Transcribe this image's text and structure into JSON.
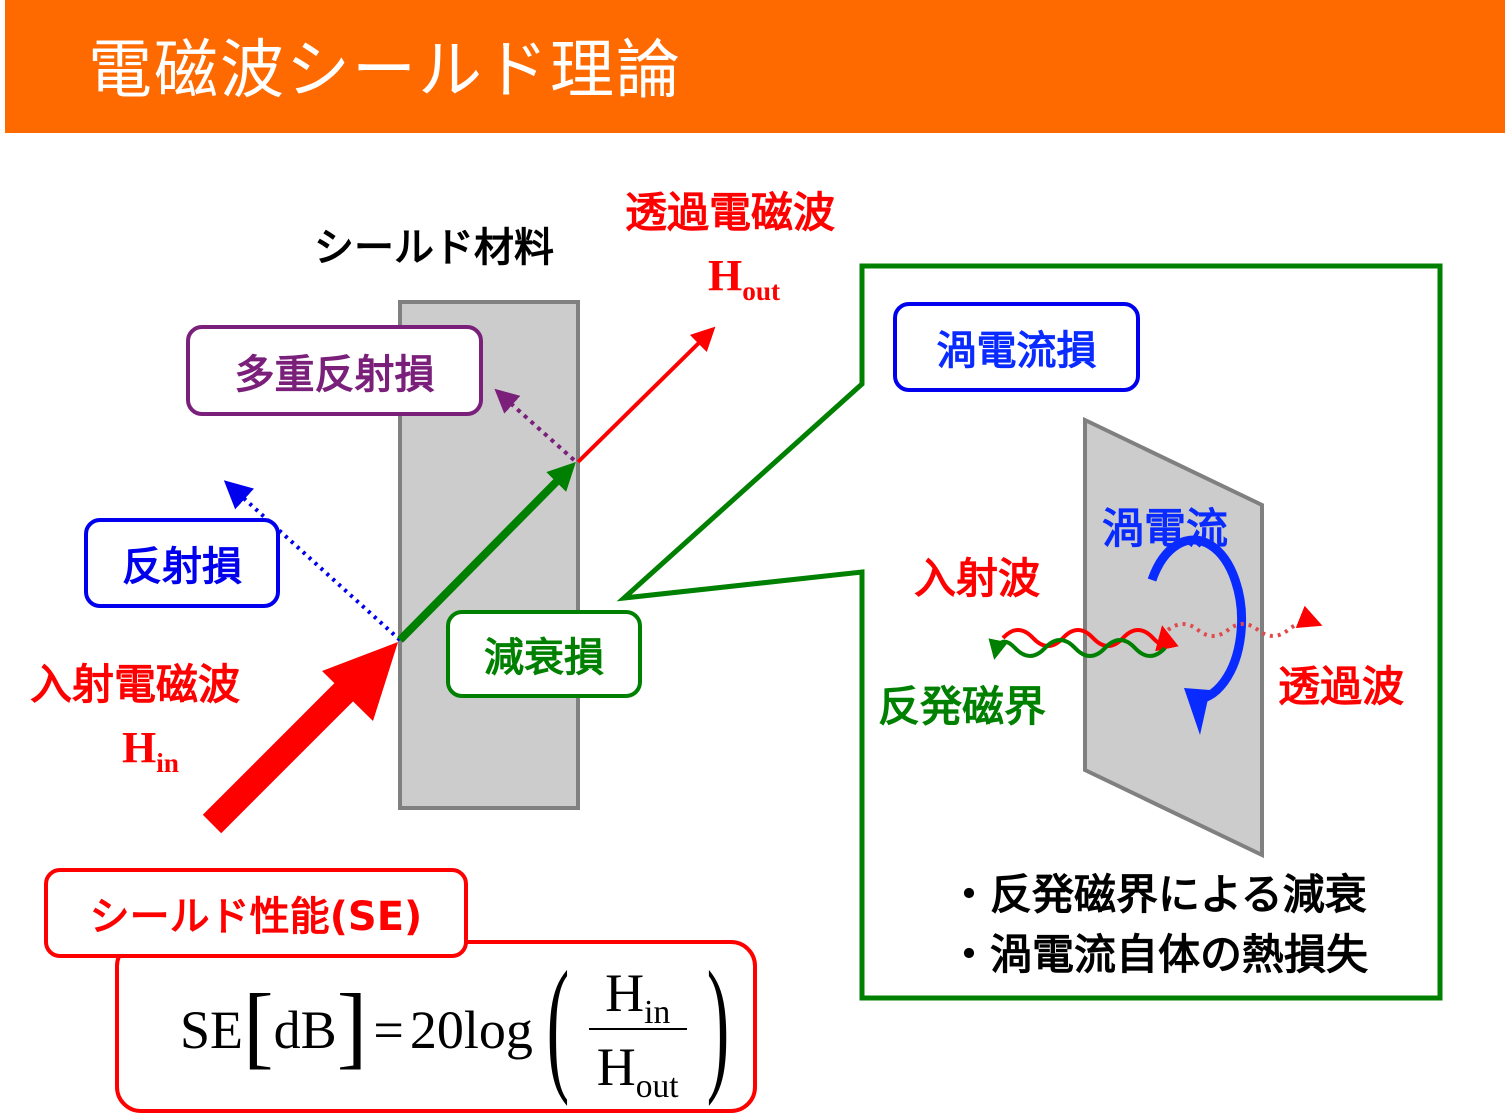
{
  "title": "電磁波シールド理論",
  "colors": {
    "title_bar": "#ff6a00",
    "incident": "#ff0000",
    "reflection": "#0000ee",
    "multi_reflection": "#7a1f7a",
    "attenuation": "#008000",
    "material": "#cccccc",
    "material_border": "#808080",
    "eddy": "#0a2bff"
  },
  "labels": {
    "shield_material": "シールド材料",
    "transmitted_wave": "透過電磁波",
    "h_out_main": "H",
    "h_out_sub": "out",
    "incident_wave": "入射電磁波",
    "h_in_main": "H",
    "h_in_sub": "in",
    "multi_reflection_loss": "多重反射損",
    "reflection_loss": "反射損",
    "attenuation_loss": "減衰損"
  },
  "detail": {
    "eddy_current_loss": "渦電流損",
    "eddy_current": "渦電流",
    "incident": "入射波",
    "repulsive_field": "反発磁界",
    "transmitted": "透過波",
    "bullets": [
      "・反発磁界による減衰",
      "・渦電流自体の熱損失"
    ]
  },
  "se": {
    "heading": "シールド性能(SE)",
    "lhs": "SE",
    "unit": "dB",
    "equals": "=",
    "coef": "20log",
    "num_main": "H",
    "num_sub": "in",
    "den_main": "H",
    "den_sub": "out"
  }
}
